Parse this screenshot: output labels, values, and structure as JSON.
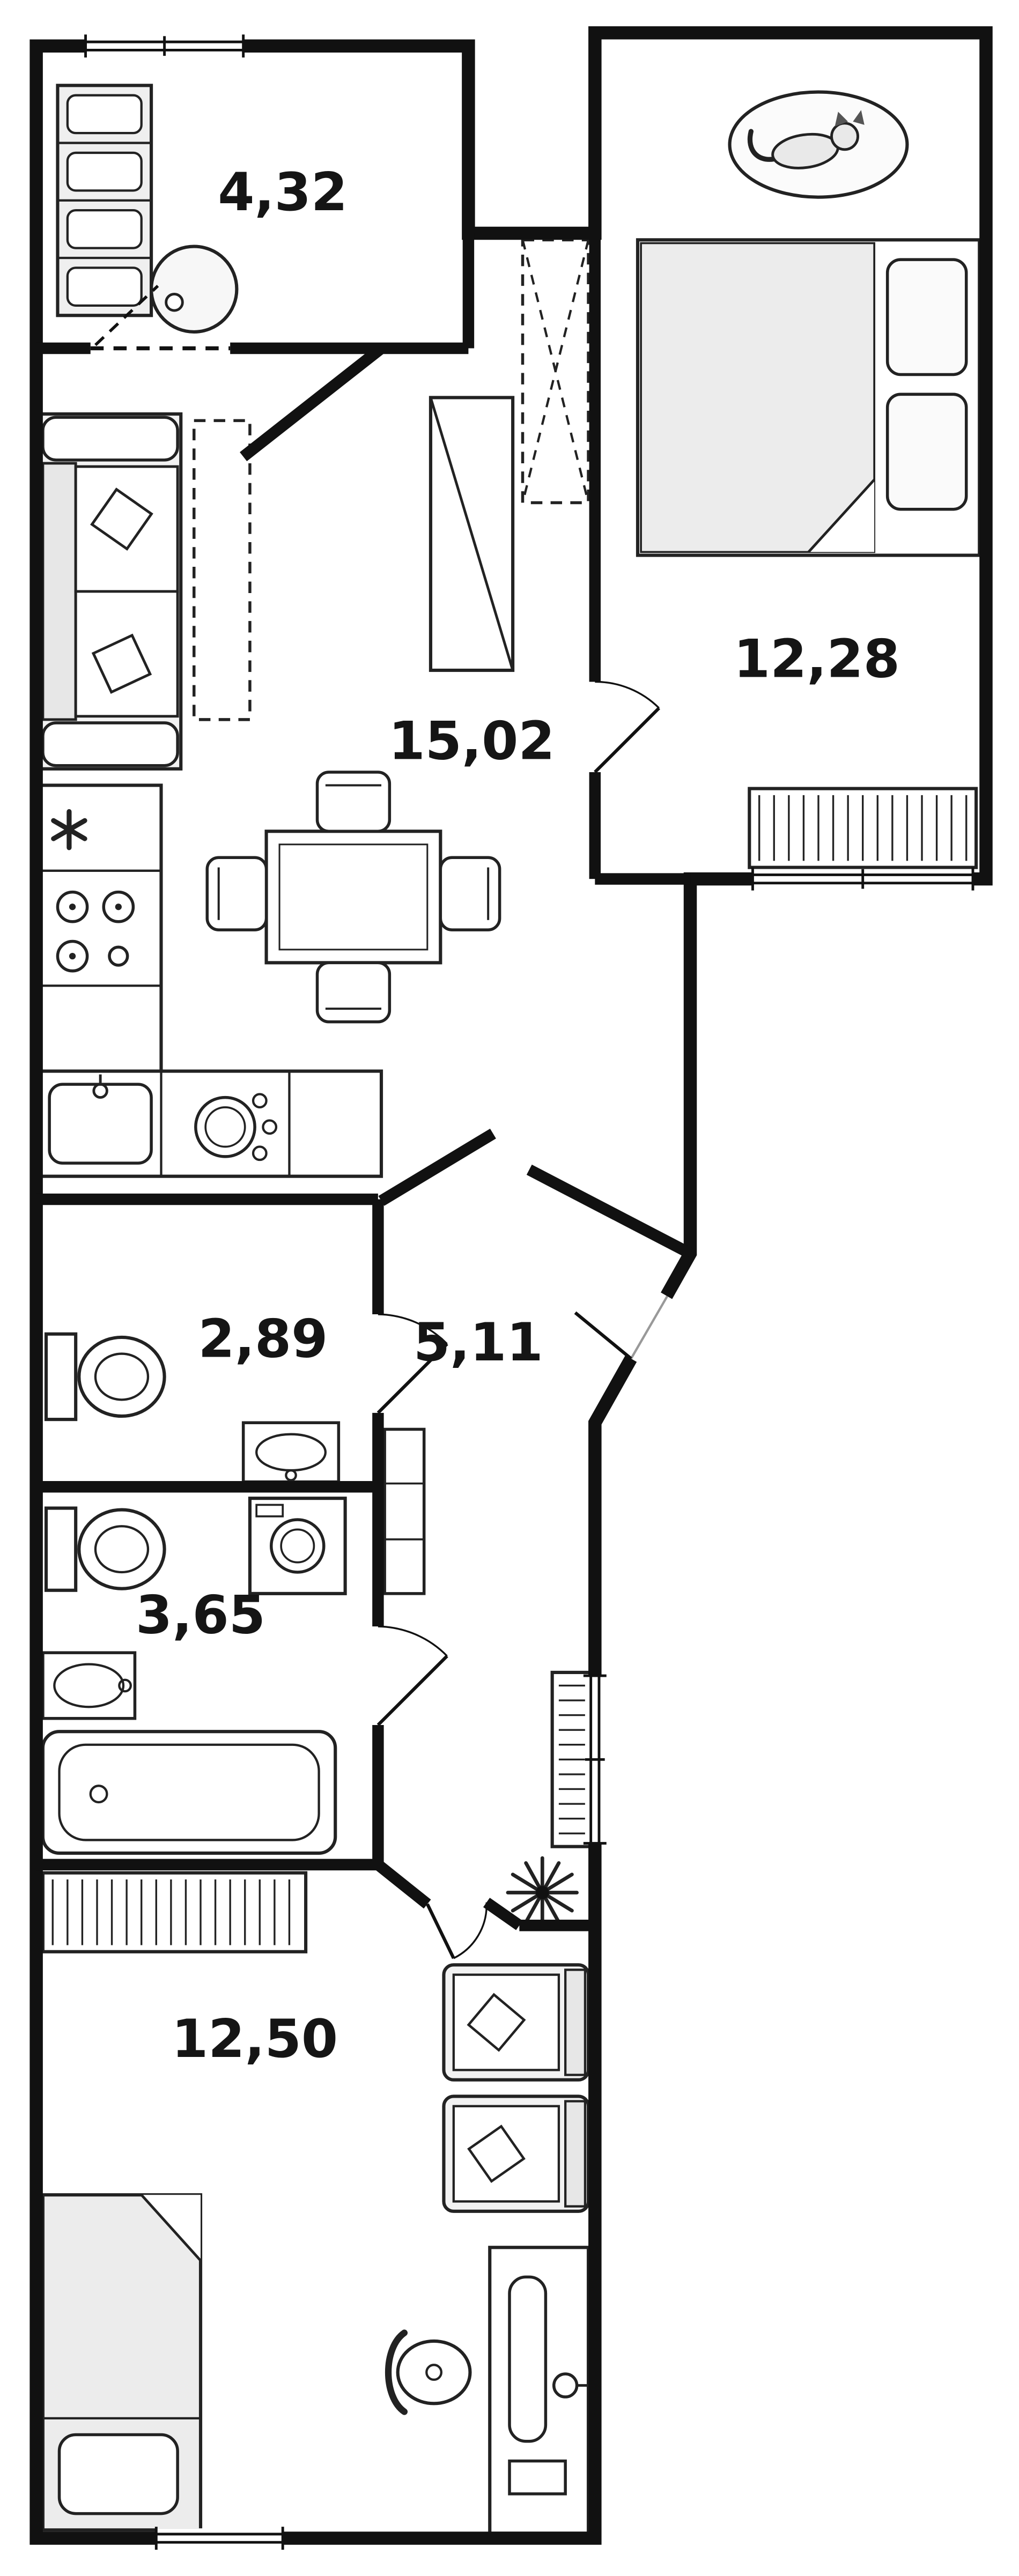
{
  "plan": {
    "type": "apartment-floor-plan",
    "colors": {
      "wall": "#111111",
      "background": "#ffffff",
      "furniture_fill": "#f2f2f2",
      "label": "#151515"
    },
    "rooms": [
      {
        "name": "loggia",
        "area": "4,32"
      },
      {
        "name": "bedroom",
        "area": "12,28"
      },
      {
        "name": "living-kitchen",
        "area": "15,02"
      },
      {
        "name": "wc",
        "area": "2,89"
      },
      {
        "name": "hallway",
        "area": "5,11"
      },
      {
        "name": "bathroom",
        "area": "3,65"
      },
      {
        "name": "bedroom-2",
        "area": "12,50"
      }
    ],
    "furniture": [
      "cabinet",
      "round-table",
      "rug-with-cat",
      "double-bed",
      "wardrobe",
      "sofa",
      "dining-table",
      "chair",
      "stove",
      "kitchen-sink",
      "toilet",
      "wash-basin",
      "washing-machine",
      "bathtub",
      "radiator",
      "plant",
      "armchair",
      "single-bed",
      "desk",
      "office-chair"
    ]
  }
}
